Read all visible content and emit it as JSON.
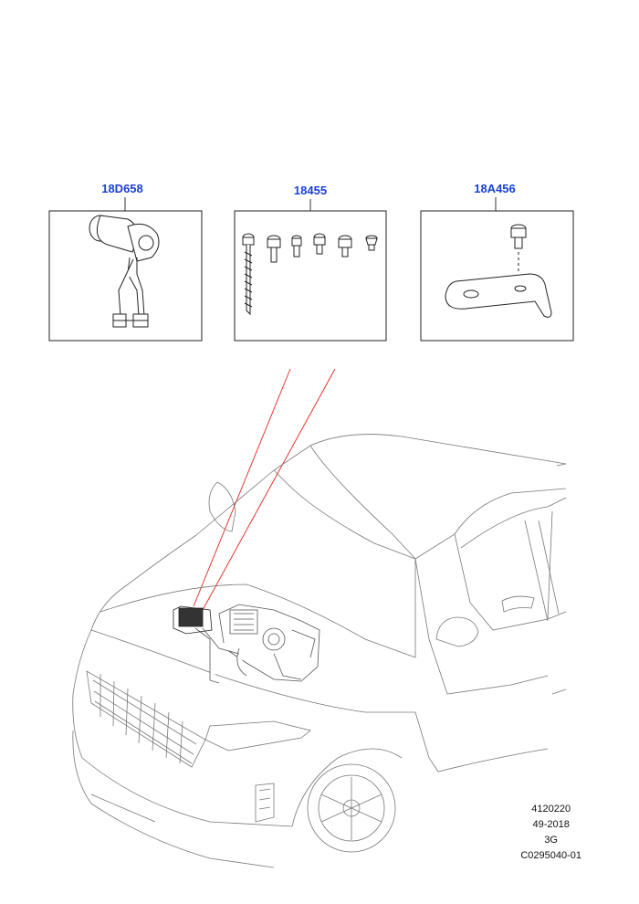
{
  "colors": {
    "label": "#1a3fd6",
    "line": "#333333",
    "callout": "#e0241b"
  },
  "parts": [
    {
      "code": "18D658",
      "icon": "actuator-motor-icon"
    },
    {
      "code": "18455",
      "icon": "screw-set-icon"
    },
    {
      "code": "18A456",
      "icon": "bracket-icon"
    }
  ],
  "footer": {
    "lines": [
      "4120220",
      "49-2018",
      "3G",
      "C0295040-01"
    ]
  }
}
